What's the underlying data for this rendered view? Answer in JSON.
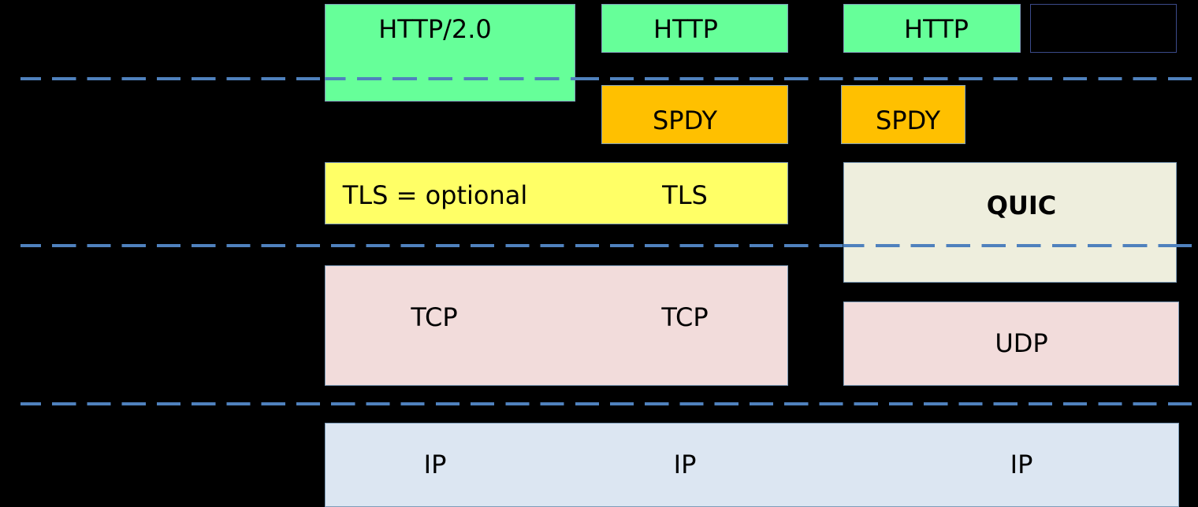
{
  "colors": {
    "background": "#000000",
    "http": "#66ff99",
    "spdy": "#ffc000",
    "tls": "#ffff66",
    "quic": "#eeeedd",
    "transport": "#f2dcdb",
    "ip": "#dce6f2",
    "dashed_line": "#4f81bd"
  },
  "labels": {
    "http2": "HTTP/2.0",
    "http_mid": "HTTP",
    "http_right": "HTTP",
    "spdy_mid": "SPDY",
    "spdy_right": "SPDY",
    "tls_optional": "TLS = optional",
    "tls": "TLS",
    "quic": "QUIC",
    "tcp_left": "TCP",
    "tcp_mid": "TCP",
    "udp": "UDP",
    "ip_left": "IP",
    "ip_mid": "IP",
    "ip_right": "IP"
  }
}
